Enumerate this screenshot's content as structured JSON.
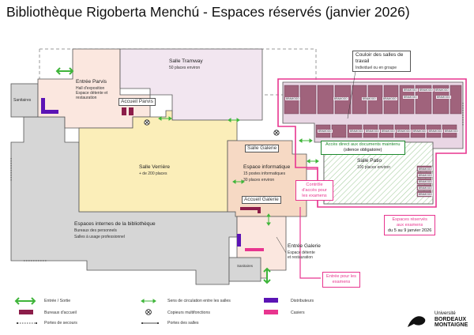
{
  "title": "Bibliothèque Rigoberta Menchú - Espaces réservés (janvier 2026)",
  "rooms": {
    "entree_parvis": {
      "name": "Entrée Parvis",
      "desc": [
        "Hall d'exposition",
        "Espace détente et",
        "restauration"
      ]
    },
    "accueil_parvis": {
      "name": "Accueil Parvis"
    },
    "salle_tramway": {
      "name": "Salle Tramway",
      "desc": "50 places environ"
    },
    "sanitaires_left": {
      "name": "Sanitaires"
    },
    "salle_verriere": {
      "name": "Salle Verrière",
      "desc": "+ de 200 places"
    },
    "salle_galerie": {
      "name": "Salle Galerie"
    },
    "espace_informatique": {
      "name": "Espace informatique",
      "desc": [
        "15 postes informatiques",
        "30 places environ"
      ]
    },
    "accueil_galerie": {
      "name": "Accueil Galerie"
    },
    "espaces_internes": {
      "name": "Espaces internes de la bibliothèque",
      "desc": [
        "Bureaux des personnels",
        "Salles à usage professionnel"
      ]
    },
    "entree_galerie": {
      "name": "Entrée Galerie",
      "desc": [
        "Espace détente",
        "et restauration"
      ]
    },
    "sanitaires_bottom": {
      "name": "Sanitaires"
    },
    "couloir": {
      "name": "Couloir des salles de travail",
      "desc": "Individuel ou en groupe"
    },
    "salle_patio": {
      "name": "Salle Patio",
      "desc": "100 places environ"
    }
  },
  "shelf_tag": "BRAMOOO",
  "callouts": {
    "acces_direct": {
      "line1": "Accès direct aux documents maintenu",
      "line2": "(silence obligatoire)"
    },
    "controle": "Contrôle d'accès pour les examens",
    "espaces_reserves": {
      "line1": "Espaces réservés",
      "line2": "aux examens",
      "line3": "du 5 au 9 janvier 2026"
    },
    "entree_examens": "Entrée pour les examens"
  },
  "legend": [
    {
      "icon": "double-arrow-icon",
      "label": "Entrée / Sortie"
    },
    {
      "icon": "small-arrow-icon",
      "label": "Sens de circulation entre les salles"
    },
    {
      "icon": "distributeur-icon",
      "label": "Distributeurs"
    },
    {
      "icon": "accueil-desk-icon",
      "label": "Bureaux d'accueil"
    },
    {
      "icon": "copier-icon",
      "label": "Copieurs multifonctions"
    },
    {
      "icon": "casier-icon",
      "label": "Casiers"
    },
    {
      "icon": "emergency-door-icon",
      "label": "Portes de secours"
    },
    {
      "icon": "room-door-icon",
      "label": "Portes des salles"
    }
  ],
  "logo": {
    "line1": "Université",
    "line2": "BORDEAUX",
    "line3": "MONTAIGNE"
  },
  "colors": {
    "verriere": "#fbeeb9",
    "tramway": "#f2e6f0",
    "interne": "#d6d6d6",
    "entree": "#fbe7df",
    "galerie": "#f6d9c4",
    "reserve": "#e8358f",
    "shelf": "#a0637c",
    "green": "#1e8a2e"
  }
}
